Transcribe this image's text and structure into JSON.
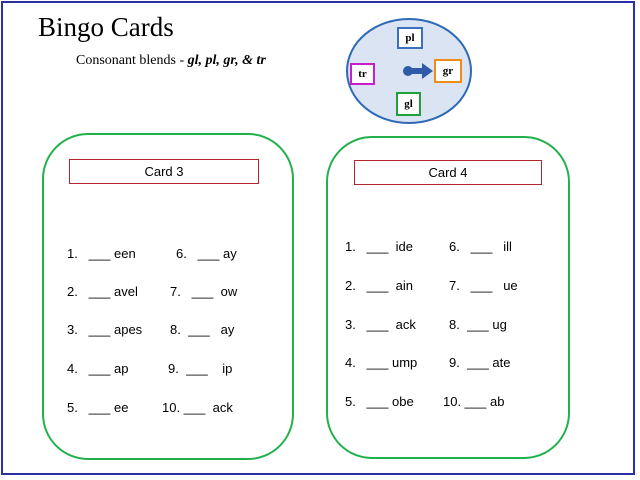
{
  "header": {
    "title": "Bingo Cards",
    "subtitle_prefix": "Consonant blends - ",
    "subtitle_blends": "gl, pl, gr,  & tr"
  },
  "spinner": {
    "chips": {
      "pl": "pl",
      "tr": "tr",
      "gr": "gr",
      "gl": "gl"
    },
    "colors": {
      "pl": "#3d6fbf",
      "tr": "#c81ed0",
      "gr": "#f08a1a",
      "gl": "#1ea33a",
      "circle_fill": "#dbe4f2",
      "circle_stroke": "#2e6ab5"
    },
    "pointer_icon": "arrow-right-icon"
  },
  "cards": [
    {
      "label": "Card 3",
      "items": [
        "1.   ___ een",
        "6.   ___ ay",
        "2.   ___ avel",
        "7.   ___  ow",
        "3.   ___ apes",
        "8.  ___   ay",
        "4.   ___ ap",
        "9.  ___    ip",
        "5.   ___ ee",
        "10. ___  ack"
      ]
    },
    {
      "label": "Card 4",
      "items": [
        "1.   ___  ide",
        "6.   ___   ill",
        "2.   ___  ain",
        "7.   ___   ue",
        "3.   ___  ack",
        "8.  ___ ug",
        "4.   ___ ump",
        "9.  ___ ate",
        "5.   ___ obe",
        "10. ___ ab"
      ]
    }
  ],
  "colors": {
    "frame": "#2b2fa8",
    "card_border": "#22b04a",
    "label_border": "#b3262a"
  }
}
